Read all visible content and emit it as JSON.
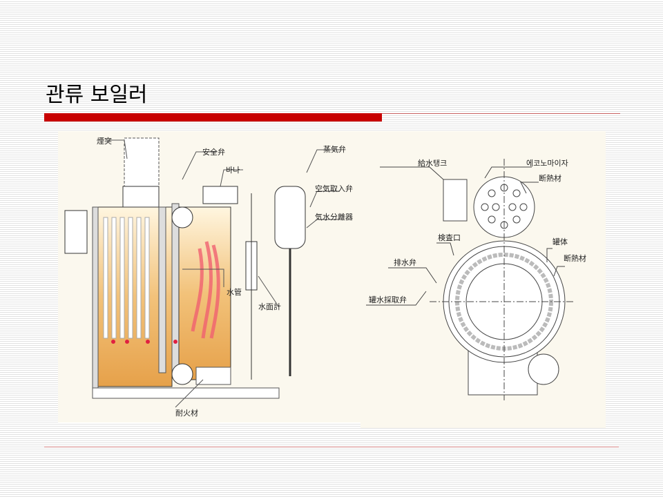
{
  "slide": {
    "title": "관류 보일러"
  },
  "left_diagram": {
    "labels": {
      "chimney": "煙突",
      "safety_valve": "安全弁",
      "burner": "바나",
      "steam_valve": "蒸気弁",
      "air_intake_valve": "空気取入弁",
      "steam_separator": "気水分離器",
      "water_tube": "水管",
      "water_gauge": "水面計",
      "refractory": "耐火材"
    }
  },
  "right_diagram": {
    "labels": {
      "feed_tank": "給水탱크",
      "economizer": "에코노마이자",
      "insulation_top": "断熱材",
      "inspection_port": "検査口",
      "shell": "罐体",
      "insulation_side": "断熱材",
      "drain_valve": "排水弁",
      "sampling_valve": "罐水採取弁"
    }
  },
  "colors": {
    "accent": "#c80000",
    "flame_area": "#e8a850",
    "paper": "#fbf8ee"
  }
}
